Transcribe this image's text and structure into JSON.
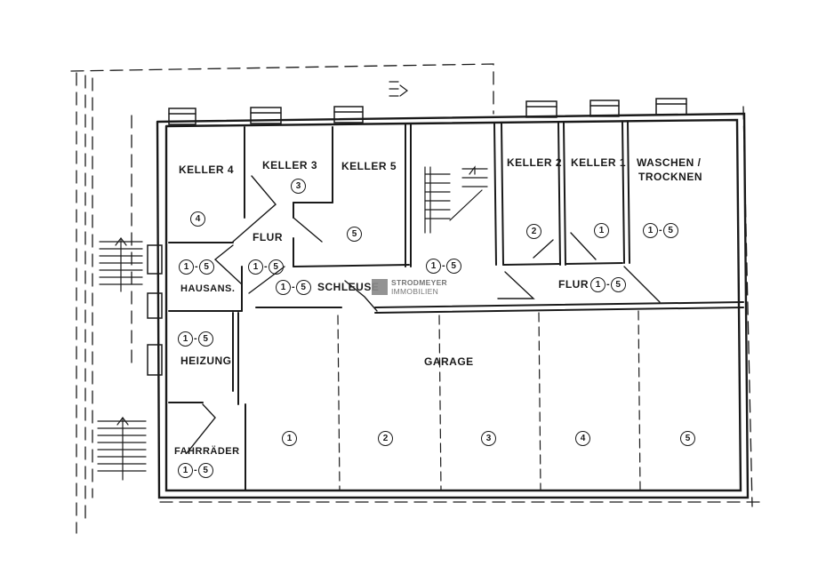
{
  "rooms": {
    "keller4": "KELLER 4",
    "keller3": "KELLER  3",
    "keller5": "KELLER 5",
    "keller2": "KELLER 2",
    "keller1": "KELLER 1",
    "waschen1": "WASCHEN /",
    "waschen2": "TROCKNEN",
    "flur_left": "FLUR",
    "hausans": "HAUSANS.",
    "schleuse": "SCHLEUSE",
    "flur_right": "FLUR",
    "heizung": "HEIZUNG",
    "garage": "GARAGE",
    "fahrraeder": "FAHRRÄDER"
  },
  "marks": {
    "one": "1",
    "two": "2",
    "three": "3",
    "four": "4",
    "five": "5",
    "dash": "-"
  },
  "logo": {
    "line1": "STRODMEYER",
    "line2": "IMMOBILIEN"
  }
}
